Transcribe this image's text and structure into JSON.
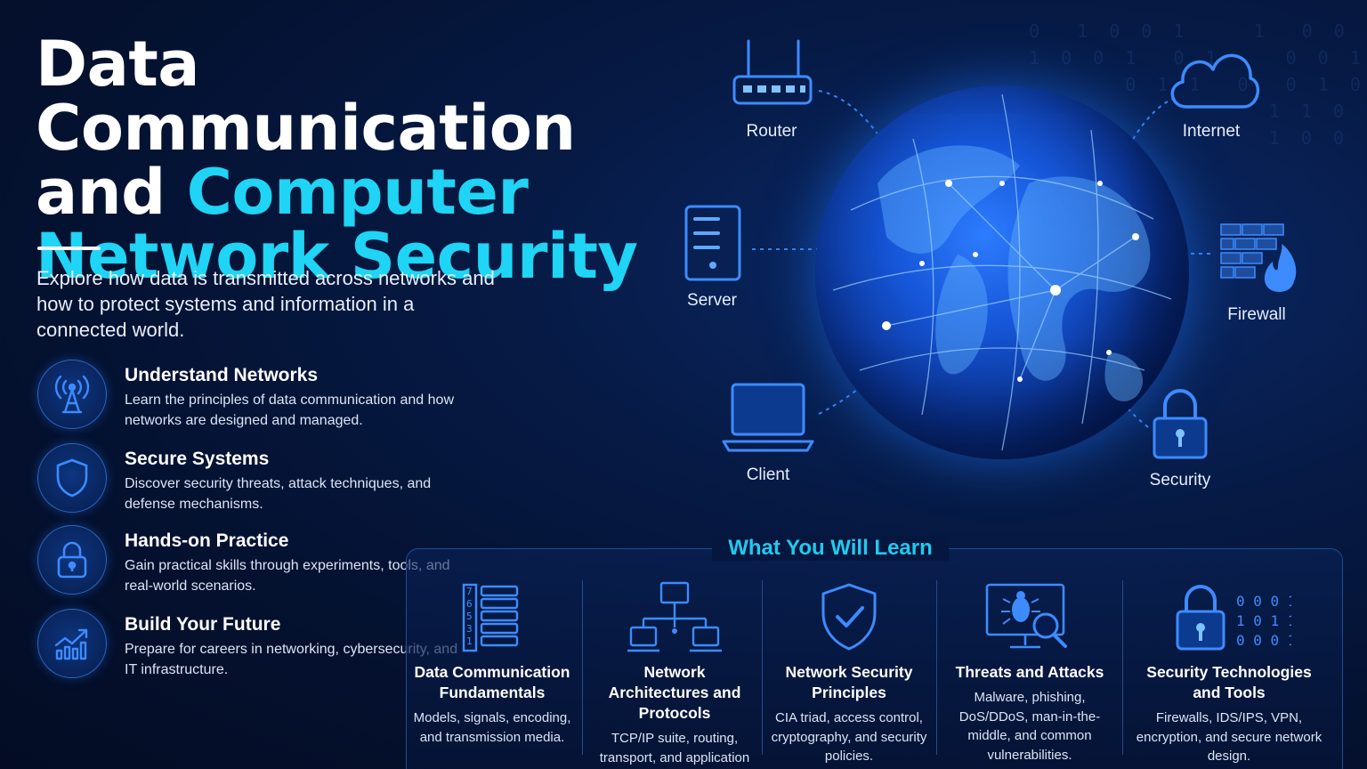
{
  "title": {
    "line1": "Data Communication",
    "line2_prefix": "and ",
    "line2_highlight": "Computer",
    "line3": "Network Security"
  },
  "intro": "Explore how data is transmitted across networks and how to protect systems and information in a connected world.",
  "features": [
    {
      "icon": "radio-tower-icon",
      "title": "Understand Networks",
      "description": "Learn the principles of data communication and how networks are designed and managed."
    },
    {
      "icon": "shield-icon",
      "title": "Secure Systems",
      "description": "Discover security threats, attack techniques, and defense mechanisms."
    },
    {
      "icon": "lock-icon",
      "title": "Hands-on Practice",
      "description": "Gain practical skills through experiments, tools, and real-world scenarios."
    },
    {
      "icon": "growth-chart-icon",
      "title": "Build Your Future",
      "description": "Prepare for careers in networking, cybersecurity, and IT infrastructure."
    }
  ],
  "network_nodes": {
    "router": "Router",
    "internet": "Internet",
    "server": "Server",
    "firewall": "Firewall",
    "client": "Client",
    "security": "Security"
  },
  "learn": {
    "heading": "What You Will Learn",
    "topics": [
      {
        "icon": "data-stack-icon",
        "title": "Data Communication Fundamentals",
        "description": "Models, signals, encoding, and transmission media."
      },
      {
        "icon": "network-topology-icon",
        "title": "Network Architectures and Protocols",
        "description": "TCP/IP suite, routing, transport, and application layer protocols."
      },
      {
        "icon": "shield-check-icon",
        "title": "Network Security Principles",
        "description": "CIA triad, access control, cryptography, and security policies."
      },
      {
        "icon": "bug-monitor-icon",
        "title": "Threats and Attacks",
        "description": "Malware, phishing, DoS/DDoS, man-in-the-middle, and common vulnerabilities."
      },
      {
        "icon": "lock-binary-icon",
        "title": "Security Technologies and Tools",
        "description": "Firewalls, IDS/IPS, VPN, encryption, and secure network design."
      }
    ]
  },
  "colors": {
    "accent": "#1fd4f5",
    "background": "#04112f",
    "icon_blue": "#3d8bff"
  }
}
